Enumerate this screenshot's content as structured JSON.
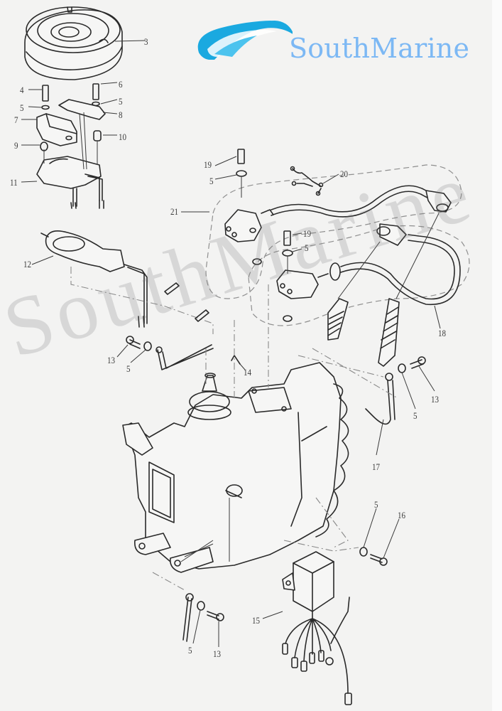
{
  "brand": {
    "name": "SouthMarine",
    "logo_icon": "wave-logo-icon",
    "logo_color": "#1aa9e0",
    "text_color": "#7cb8f4"
  },
  "watermark": {
    "text": "SouthMarine"
  },
  "diagram": {
    "type": "exploded-parts-diagram",
    "subject": "outboard engine ignition / electrical assembly",
    "labels": [
      {
        "id": "l3",
        "text": "3",
        "part": "flywheel"
      },
      {
        "id": "l4",
        "text": "4",
        "part": "bolt"
      },
      {
        "id": "l5a",
        "text": "5",
        "part": "washer"
      },
      {
        "id": "l6",
        "text": "6",
        "part": "bolt"
      },
      {
        "id": "l5b",
        "text": "5",
        "part": "washer"
      },
      {
        "id": "l7",
        "text": "7",
        "part": "charge coil"
      },
      {
        "id": "l8",
        "text": "8",
        "part": "pulser coil"
      },
      {
        "id": "l9",
        "text": "9",
        "part": "collar"
      },
      {
        "id": "l10",
        "text": "10",
        "part": "collar"
      },
      {
        "id": "l11",
        "text": "11",
        "part": "base plate"
      },
      {
        "id": "l12",
        "text": "12",
        "part": "retainer plate"
      },
      {
        "id": "l19a",
        "text": "19",
        "part": "bolt"
      },
      {
        "id": "l5c",
        "text": "5",
        "part": "washer"
      },
      {
        "id": "l20",
        "text": "20",
        "part": "clamp"
      },
      {
        "id": "l21",
        "text": "21",
        "part": "ignition coil assy"
      },
      {
        "id": "l19b",
        "text": "19",
        "part": "bolt"
      },
      {
        "id": "l5d",
        "text": "5",
        "part": "washer"
      },
      {
        "id": "l18",
        "text": "18",
        "part": "spark plug"
      },
      {
        "id": "l13a",
        "text": "13",
        "part": "bolt"
      },
      {
        "id": "l5e",
        "text": "5",
        "part": "washer"
      },
      {
        "id": "l14",
        "text": "14",
        "part": "clip"
      },
      {
        "id": "l13b",
        "text": "13",
        "part": "bolt"
      },
      {
        "id": "l5f",
        "text": "5",
        "part": "washer"
      },
      {
        "id": "l17",
        "text": "17",
        "part": "ground lead"
      },
      {
        "id": "l5g",
        "text": "5",
        "part": "washer"
      },
      {
        "id": "l16",
        "text": "16",
        "part": "bolt"
      },
      {
        "id": "l15",
        "text": "15",
        "part": "CDI unit"
      },
      {
        "id": "l5h",
        "text": "5",
        "part": "washer"
      },
      {
        "id": "l13c",
        "text": "13",
        "part": "bolt"
      }
    ]
  }
}
